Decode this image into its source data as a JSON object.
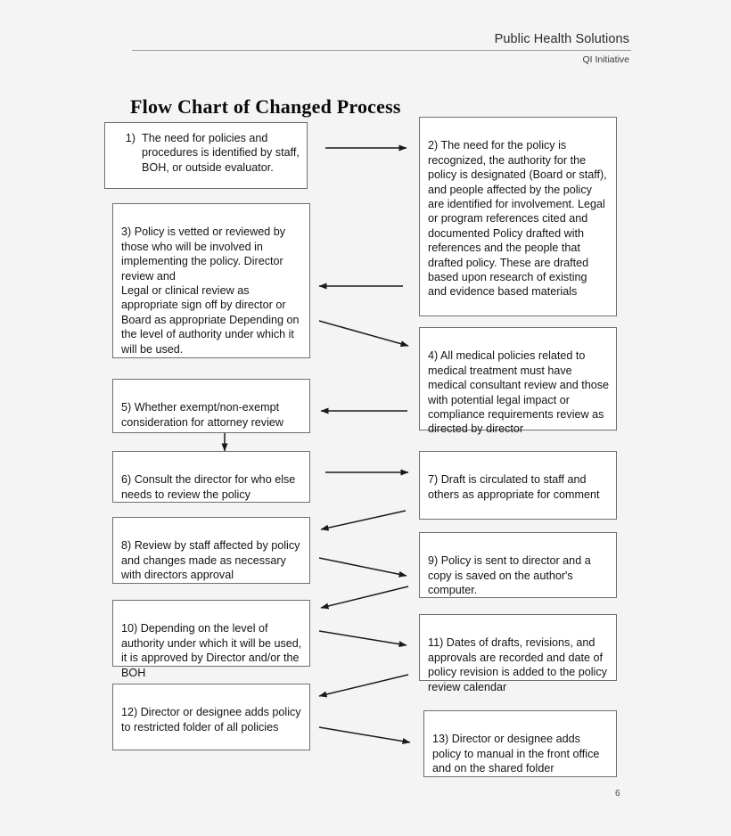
{
  "header": {
    "org_name": "Public Health Solutions",
    "subtitle": "QI Initiative"
  },
  "title": "Flow Chart of Changed Process",
  "page_number": "6",
  "colors": {
    "page_background": "#f4f4f4",
    "box_fill": "#ffffff",
    "box_border": "#6f6f6f",
    "text": "#141414",
    "rule": "#9a9a9a",
    "arrow": "#1a1a1a"
  },
  "chart_data": {
    "type": "flowchart",
    "title": "Flow Chart of Changed Process",
    "node_count": 13,
    "connector_count": 12,
    "nodes": [
      {
        "id": 1,
        "number": "1)",
        "column": "left",
        "text": "The need for policies and procedures is identified by staff, BOH, or outside evaluator.",
        "full_text": "1)  The need for policies and procedures is identified by staff, BOH, or outside evaluator."
      },
      {
        "id": 2,
        "number": "2)",
        "column": "right",
        "text": "2) The need for the policy is recognized, the authority for the policy is designated (Board or staff), and people affected by the policy are identified for involvement. Legal or program references cited and documented Policy drafted with references and the people that drafted policy. These are drafted based upon research of existing and evidence based materials"
      },
      {
        "id": 3,
        "number": "3)",
        "column": "left",
        "text": "3) Policy is vetted or reviewed by those who will be involved in implementing the policy. Director review and\nLegal or clinical review as appropriate sign off by director or Board as appropriate Depending on the level of authority under which it will be used."
      },
      {
        "id": 4,
        "number": "4)",
        "column": "right",
        "text": "4) All medical policies related to medical treatment must have medical consultant review and those with potential legal impact or compliance requirements review as directed by director"
      },
      {
        "id": 5,
        "number": "5)",
        "column": "left",
        "text": "5) Whether exempt/non-exempt consideration for attorney review"
      },
      {
        "id": 6,
        "number": "6)",
        "column": "left",
        "text": "6) Consult the director for who else needs to review the policy"
      },
      {
        "id": 7,
        "number": "7)",
        "column": "right",
        "text": "7) Draft is circulated to staff and others as appropriate for comment"
      },
      {
        "id": 8,
        "number": "8)",
        "column": "left",
        "text": "8) Review by staff affected by policy and changes made as necessary with directors approval"
      },
      {
        "id": 9,
        "number": "9)",
        "column": "right",
        "text": "9) Policy is sent to director and a copy is saved on the author's computer."
      },
      {
        "id": 10,
        "number": "10)",
        "column": "left",
        "text": "10) Depending on the level of authority under which it will be used, it is approved by Director and/or the BOH"
      },
      {
        "id": 11,
        "number": "11)",
        "column": "right",
        "text": "11) Dates of drafts, revisions, and approvals are recorded and date of policy revision is added to the policy review calendar"
      },
      {
        "id": 12,
        "number": "12)",
        "column": "left",
        "text": "12) Director or designee adds policy to restricted folder of all policies"
      },
      {
        "id": 13,
        "number": "13)",
        "column": "right",
        "text": "13) Director or designee adds policy to manual in the front office and on the shared folder"
      }
    ],
    "connectors": [
      {
        "from": 1,
        "to": 2,
        "direction": "right",
        "style": "horizontal"
      },
      {
        "from": 2,
        "to": 3,
        "direction": "left",
        "style": "horizontal"
      },
      {
        "from": 3,
        "to": 4,
        "direction": "right",
        "style": "diagonal-down"
      },
      {
        "from": 4,
        "to": 5,
        "direction": "left",
        "style": "horizontal"
      },
      {
        "from": 5,
        "to": 6,
        "direction": "down",
        "style": "vertical"
      },
      {
        "from": 6,
        "to": 7,
        "direction": "right",
        "style": "horizontal"
      },
      {
        "from": 7,
        "to": 8,
        "direction": "left",
        "style": "diagonal-up"
      },
      {
        "from": 8,
        "to": 9,
        "direction": "right",
        "style": "diagonal-down"
      },
      {
        "from": 9,
        "to": 10,
        "direction": "left",
        "style": "diagonal-up"
      },
      {
        "from": 10,
        "to": 11,
        "direction": "right",
        "style": "diagonal-down"
      },
      {
        "from": 11,
        "to": 12,
        "direction": "left",
        "style": "diagonal-up"
      },
      {
        "from": 12,
        "to": 13,
        "direction": "right",
        "style": "diagonal-down"
      }
    ]
  }
}
